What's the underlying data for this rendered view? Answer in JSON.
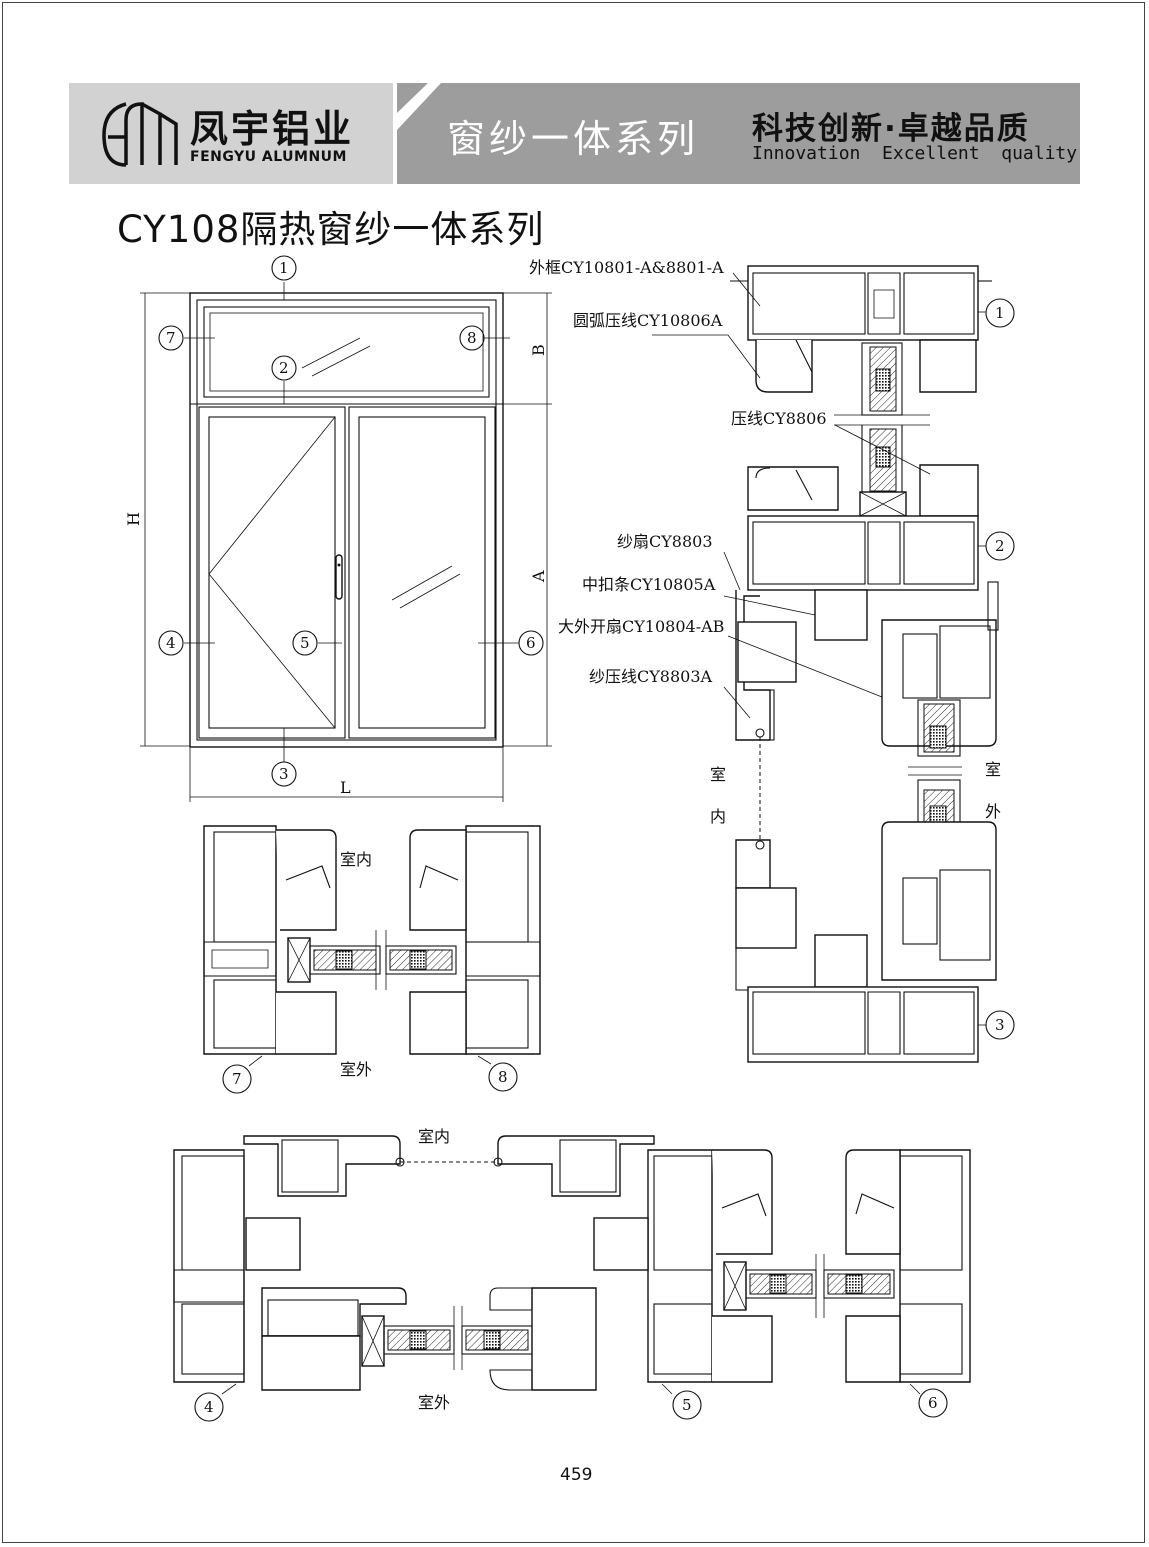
{
  "header": {
    "brand_cn": "凤宇铝业",
    "brand_en": "FENGYU ALUMNUM",
    "series_name": "窗纱一体系列",
    "slogan_cn": "科技创新·卓越品质",
    "slogan_en": "Innovation  Excellent  quality"
  },
  "title": "CY108隔热窗纱一体系列",
  "elevation": {
    "markers": [
      "1",
      "2",
      "3",
      "4",
      "5",
      "6",
      "7",
      "8"
    ],
    "dims": {
      "height": "H",
      "width": "L",
      "upper": "B",
      "lower": "A"
    }
  },
  "main_section": {
    "callouts": [
      "外框CY10801-A&8801-A",
      "圆弧压线CY10806A",
      "压线CY8806",
      "纱扇CY8803",
      "中扣条CY10805A",
      "大外开扇CY10804-AB",
      "纱压线CY8803A"
    ],
    "indoor": [
      "室",
      "内"
    ],
    "outdoor": [
      "室",
      "外"
    ],
    "markers": [
      "1",
      "2",
      "3"
    ]
  },
  "section_78": {
    "indoor": "室内",
    "outdoor": "室外",
    "markers": [
      "7",
      "8"
    ]
  },
  "section_456": {
    "indoor": "室内",
    "outdoor": "室外",
    "markers": [
      "4",
      "5",
      "6"
    ]
  },
  "page_number": "459",
  "colors": {
    "header_left": "#d2d2d2",
    "header_right": "#9d9d9d",
    "line": "#111111"
  }
}
